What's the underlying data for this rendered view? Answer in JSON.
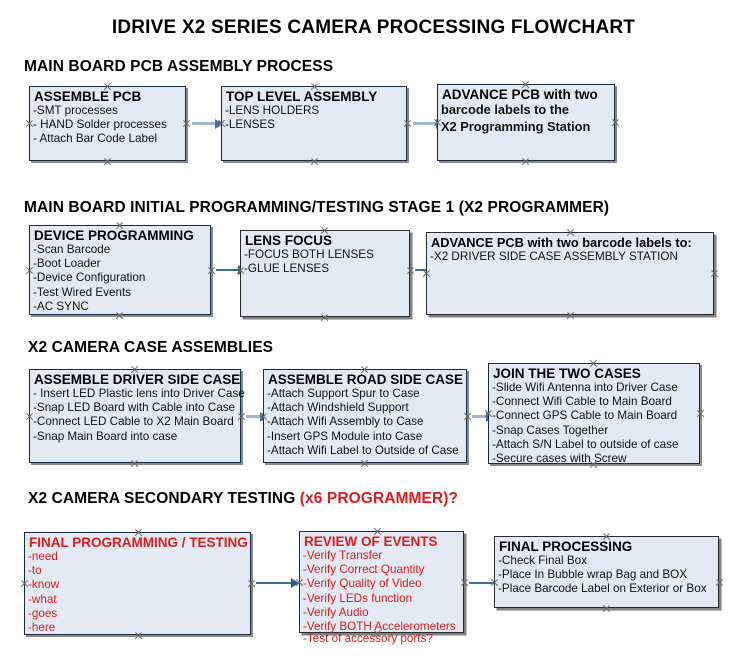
{
  "document": {
    "title": "IDRIVE X2  SERIES CAMERA PROCESSING FLOWCHART"
  },
  "colors": {
    "box_fill": "#e4eaf4",
    "box_border": "#1b2a44",
    "box_shadow": "#808080",
    "arrow": "#9fb4cd",
    "accent_red": "#e01b1b",
    "text": "#000000"
  },
  "sections": [
    {
      "id": "main-board-pcb-assembly",
      "heading": "MAIN BOARD PCB ASSEMBLY PROCESS",
      "heading_accent": "",
      "boxes": [
        {
          "id": "assemble-pcb",
          "title": "ASSEMBLE PCB",
          "items": [
            "-SMT processes",
            "- HAND Solder processes",
            "- Attach Bar Code Label"
          ]
        },
        {
          "id": "top-level-assembly",
          "title": "TOP LEVEL ASSEMBLY",
          "items": [
            "-LENS HOLDERS",
            "-LENSES"
          ]
        },
        {
          "id": "advance-pcb-to-x2-programming-station",
          "title": "ADVANCE PCB with two",
          "items": [
            "barcode labels to the",
            " X2 Programming Station"
          ]
        }
      ]
    },
    {
      "id": "main-board-initial-programming",
      "heading": "MAIN BOARD INITIAL PROGRAMMING/TESTING STAGE 1 (X2 PROGRAMMER)",
      "heading_accent": "",
      "boxes": [
        {
          "id": "device-programming",
          "title": "DEVICE PROGRAMMING",
          "items": [
            "-Scan Barcode",
            "-Boot Loader",
            "-Device Configuration",
            "-Test Wired Events",
            "-AC SYNC"
          ]
        },
        {
          "id": "lens-focus",
          "title": "LENS FOCUS",
          "items": [
            "-FOCUS BOTH LENSES",
            "-GLUE LENSES"
          ]
        },
        {
          "id": "advance-pcb-to-driver-side-case-station",
          "title": "ADVANCE PCB with two barcode labels to:",
          "items": [
            "-X2 DRIVER  SIDE  CASE  ASSEMBLY STATION"
          ]
        }
      ]
    },
    {
      "id": "x2-camera-case-assemblies",
      "heading": "X2 CAMERA CASE ASSEMBLIES",
      "heading_accent": "",
      "boxes": [
        {
          "id": "assemble-driver-side-case",
          "title": "ASSEMBLE DRIVER SIDE CASE",
          "items": [
            "- Insert LED Plastic lens into Driver Case",
            "-Snap LED Board with Cable into Case",
            "-Connect LED Cable to X2 Main Board",
            "-Snap Main Board into case"
          ]
        },
        {
          "id": "assemble-road-side-case",
          "title": "ASSEMBLE ROAD SIDE CASE",
          "items": [
            "-Attach Support Spur to Case",
            "-Attach Windshield Support",
            "-Attach Wifi Assembly to Case",
            "-Insert GPS Module into Case",
            "-Attach Wifi Label to Outside of Case"
          ]
        },
        {
          "id": "join-the-two-cases",
          "title": "JOIN THE TWO CASES",
          "items": [
            "-Slide Wifi Antenna into Driver Case",
            "-Connect Wifi Cable to Main Board",
            "-Connect GPS Cable to Main Board",
            "-Snap Cases Together",
            "-Attach S/N Label to outside of case",
            "-Secure cases with Screw"
          ]
        }
      ]
    },
    {
      "id": "x2-camera-secondary-testing",
      "heading": "X2 CAMERA SECONDARY TESTING ",
      "heading_accent": "(x6 PROGRAMMER)?",
      "boxes": [
        {
          "id": "final-programming-testing",
          "title": "FINAL PROGRAMMING / TESTING",
          "items": [
            "-need",
            "-to",
            "-know",
            "-what",
            "-goes",
            "-here"
          ]
        },
        {
          "id": "review-of-events",
          "title": "REVIEW OF EVENTS",
          "items": [
            "-Verify Transfer",
            "-Verify Correct Quantity",
            "-Verify Quality of Video",
            "-Verify LEDs function",
            "-Verify Audio",
            "-Verify BOTH Accelerometers"
          ],
          "overflow_item": "-Test of accessory ports?"
        },
        {
          "id": "final-processing",
          "title": "FINAL PROCESSING",
          "items": [
            " -Check Final Box",
            "-Place In Bubble wrap Bag and BOX",
            "-Place Barcode Label on Exterior or Box"
          ]
        }
      ]
    }
  ]
}
